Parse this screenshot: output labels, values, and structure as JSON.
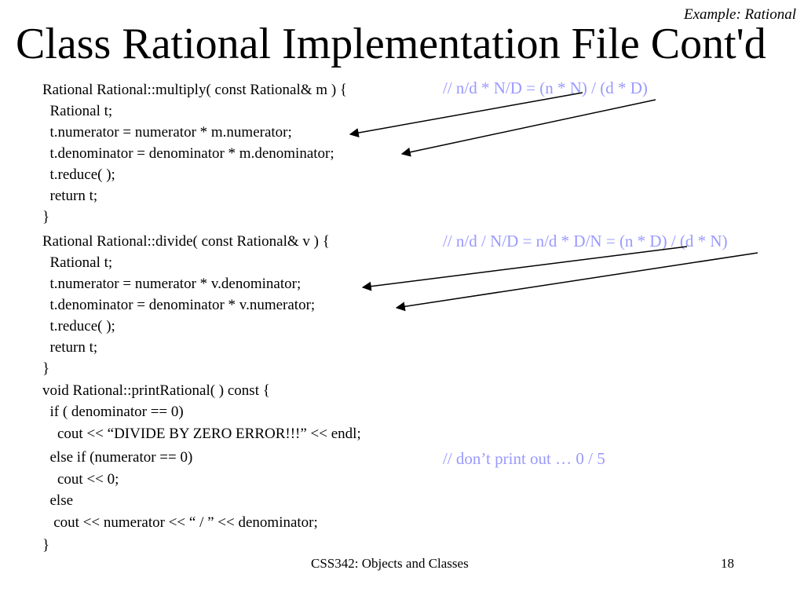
{
  "slide": {
    "tag": "Example: Rational",
    "title": "Class Rational Implementation File Cont'd",
    "code_lines": [
      "Rational Rational::multiply( const Rational& m ) {",
      "  Rational t;",
      "  t.numerator = numerator * m.numerator;",
      "  t.denominator = denominator * m.denominator;",
      "  t.reduce( );",
      "  return t;",
      "}",
      "Rational Rational::divide( const Rational& v ) {",
      "  Rational t;",
      "  t.numerator = numerator * v.denominator;",
      "  t.denominator = denominator * v.numerator;",
      "  t.reduce( );",
      "  return t;",
      "}",
      "void Rational::printRational( ) const {",
      "  if ( denominator == 0)",
      "    cout << “DIVIDE BY ZERO ERROR!!!” << endl;",
      "  else if (numerator == 0)",
      "    cout << 0;",
      "  else",
      "   cout << numerator << “ / ” << denominator;",
      "}"
    ],
    "comments": {
      "multiply": "// n/d * N/D = (n * N) / (d * D)",
      "divide": "// n/d / N/D = n/d * D/N = (n * D) / (d * N)",
      "print_zero": "// don’t print out … 0 / 5"
    },
    "footer": {
      "course": "CSS342: Objects and Classes",
      "page_number": "18"
    },
    "colors": {
      "comment": "#9999ff",
      "text": "#000000",
      "background": "#ffffff"
    }
  }
}
